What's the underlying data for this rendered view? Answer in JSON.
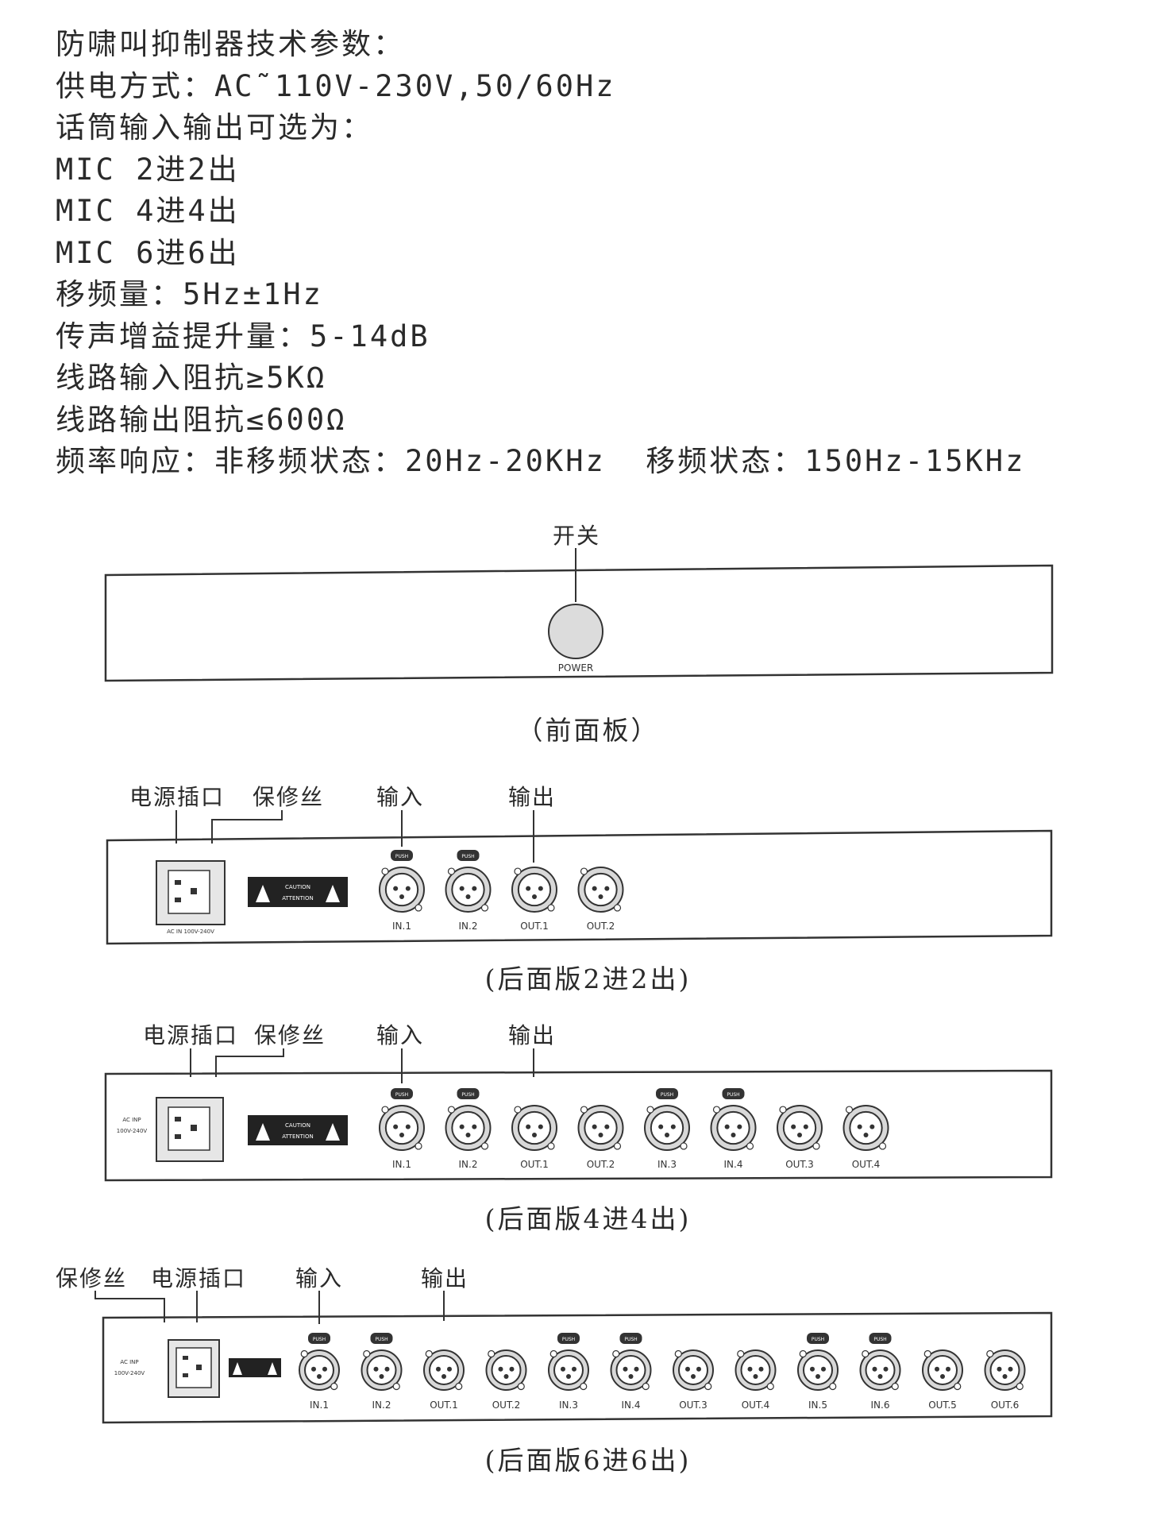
{
  "specs": {
    "lines": [
      "防啸叫抑制器技术参数：",
      "供电方式：AC˜110V-230V,50/60Hz",
      "话筒输入输出可选为：",
      "MIC 2进2出",
      "MIC 4进4出",
      "MIC 6进6出",
      "移频量：5Hz±1Hz",
      "传声增益提升量：5-14dB",
      "线路输入阻抗≥5KΩ",
      "线路输出阻抗≤600Ω",
      "频率响应：非移频状态：20Hz-20KHz  移频状态：150Hz-15KHz"
    ]
  },
  "front_panel": {
    "switch_label": "开关",
    "power_label": "POWER",
    "caption": "（前面板）"
  },
  "rear_2x2": {
    "labels": {
      "power_socket": "电源插口",
      "fuse": "保修丝",
      "input": "输入",
      "output": "输出"
    },
    "ac_label": "AC IN 100V-240V",
    "warning": {
      "caution": "CAUTION",
      "attention": "ATTENTION"
    },
    "push_label": "PUSH",
    "connectors": [
      "IN.1",
      "IN.2",
      "OUT.1",
      "OUT.2"
    ],
    "caption": "(后面版2进2出)"
  },
  "rear_4x4": {
    "labels": {
      "power_socket": "电源插口",
      "fuse": "保修丝",
      "input": "输入",
      "output": "输出"
    },
    "ac_label_1": "AC INP",
    "ac_label_2": "100V-240V",
    "warning": {
      "caution": "CAUTION",
      "attention": "ATTENTION"
    },
    "push_label": "PUSH",
    "connectors": [
      "IN.1",
      "IN.2",
      "OUT.1",
      "OUT.2",
      "IN.3",
      "IN.4",
      "OUT.3",
      "OUT.4"
    ],
    "caption": "(后面版4进4出)"
  },
  "rear_6x6": {
    "labels": {
      "fuse": "保修丝",
      "power_socket": "电源插口",
      "input": "输入",
      "output": "输出"
    },
    "ac_label_1": "AC INP",
    "ac_label_2": "100V-240V",
    "push_label": "PUSH",
    "connectors": [
      "IN.1",
      "IN.2",
      "OUT.1",
      "OUT.2",
      "IN.3",
      "IN.4",
      "OUT.3",
      "OUT.4",
      "IN.5",
      "IN.6",
      "OUT.5",
      "OUT.6"
    ],
    "caption": "(后面版6进6出)"
  }
}
